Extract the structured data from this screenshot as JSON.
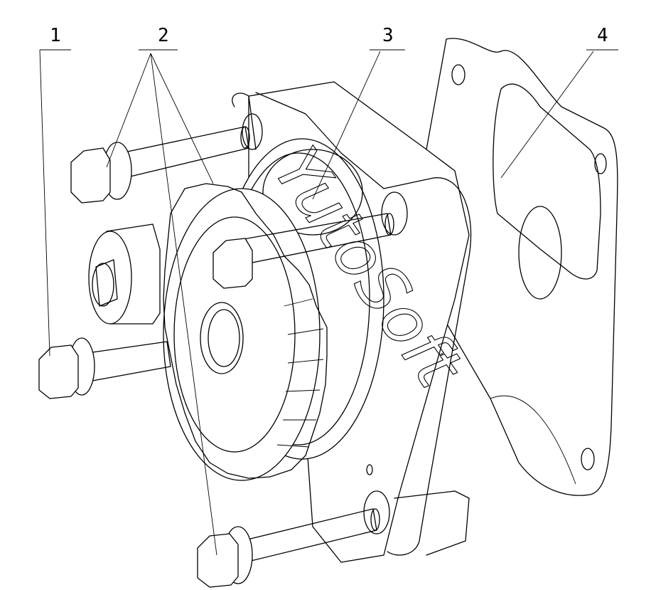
{
  "callouts": [
    {
      "id": "1",
      "label": "1"
    },
    {
      "id": "2",
      "label": "2"
    },
    {
      "id": "3",
      "label": "3"
    },
    {
      "id": "4",
      "label": "4"
    }
  ],
  "watermark": "YutoSoft"
}
